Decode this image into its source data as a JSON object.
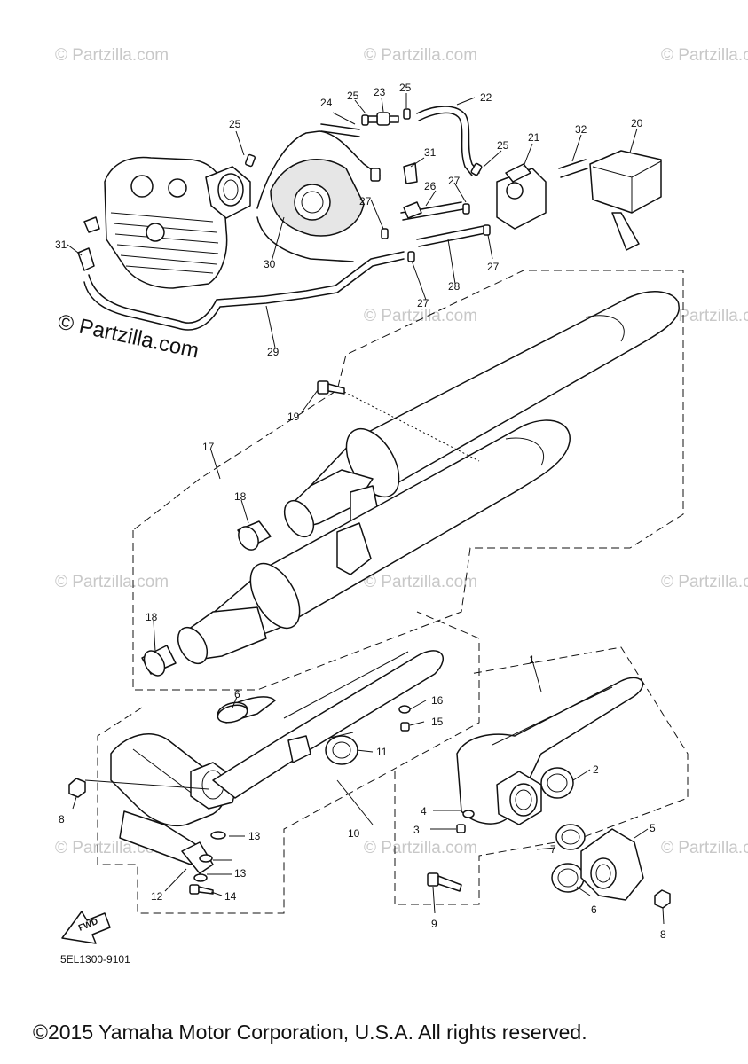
{
  "watermark": {
    "text": "© Partzilla.com",
    "prominent_text": "© Partzilla.com"
  },
  "callouts": {
    "c1": "1",
    "c2": "2",
    "c3": "3",
    "c4": "4",
    "c5": "5",
    "c6a": "6",
    "c6b": "6",
    "c7": "7",
    "c8a": "8",
    "c8b": "8",
    "c9": "9",
    "c10": "10",
    "c11": "11",
    "c12": "12",
    "c13a": "13",
    "c13b": "13",
    "c14": "14",
    "c15": "15",
    "c16": "16",
    "c17": "17",
    "c18a": "18",
    "c18b": "18",
    "c19": "19",
    "c20": "20",
    "c21": "21",
    "c22": "22",
    "c23": "23",
    "c24": "24",
    "c25a": "25",
    "c25b": "25",
    "c25c": "25",
    "c25d": "25",
    "c26": "26",
    "c27a": "27",
    "c27b": "27",
    "c27c": "27",
    "c27d": "27",
    "c28": "28",
    "c29": "29",
    "c30": "30",
    "c31a": "31",
    "c31b": "31",
    "c32": "32"
  },
  "fwd_label": "FWD",
  "diagram_code": "5EL1300-9101",
  "copyright": "©2015 Yamaha Motor Corporation, U.S.A. All rights reserved."
}
